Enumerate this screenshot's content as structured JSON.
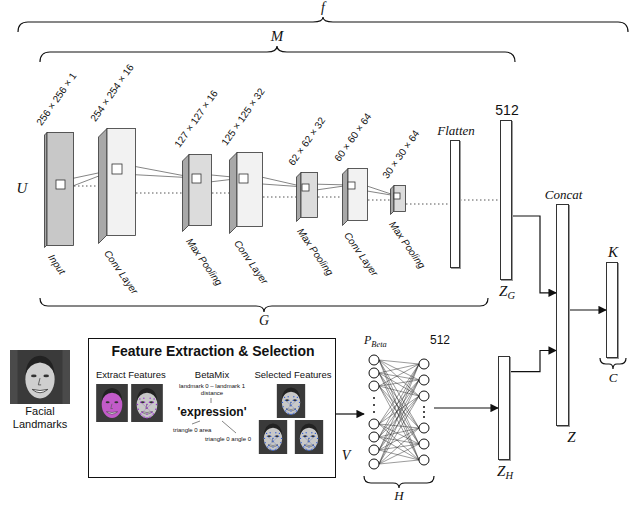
{
  "diagram": {
    "nodes": [
      {
        "text": [
          "256 × 256 × 1",
          "Input"
        ]
      },
      {
        "text": [
          "254 × 254 × 16",
          "Conv Layer"
        ]
      },
      {
        "text": [
          "127 × 127 × 16",
          "Max Pooling"
        ]
      },
      {
        "text": [
          "125 × 125 × 32",
          "Conv Layer"
        ]
      },
      {
        "text": [
          "62 × 62 × 32",
          "Max Pooling"
        ]
      },
      {
        "text": [
          "60 × 60 × 64",
          "Conv Layer"
        ]
      },
      {
        "text": [
          "30 × 30 × 64",
          "Max Pooling"
        ]
      },
      {
        "text": [
          "Flatten"
        ]
      },
      {
        "text": [
          "512",
          "ZG"
        ]
      },
      {
        "text": [
          "Concat",
          "Z"
        ]
      },
      {
        "text": [
          "K"
        ]
      },
      {
        "text": [
          "Facial Landmarks"
        ]
      },
      {
        "text": [
          "Feature Extraction & Selection"
        ]
      },
      {
        "text": [
          "Extract Features"
        ],
        "in": 12
      },
      {
        "text": [
          "BetaMix",
          "landmark 0 – landmark 1 distance",
          "'expression'",
          "triangle 0 area",
          "triangle 0 angle 0"
        ],
        "in": 12
      },
      {
        "text": [
          "Selected Features"
        ],
        "in": 12
      },
      {
        "text": [
          "PBeta",
          "512"
        ]
      },
      {
        "text": [
          "ZH"
        ]
      }
    ],
    "edges": [
      {
        "from": 0,
        "to": 1,
        "arrow": "none"
      },
      {
        "from": 1,
        "to": 2,
        "arrow": "none"
      },
      {
        "from": 2,
        "to": 3,
        "arrow": "none"
      },
      {
        "from": 3,
        "to": 4,
        "arrow": "none"
      },
      {
        "from": 4,
        "to": 5,
        "arrow": "none"
      },
      {
        "from": 5,
        "to": 6,
        "arrow": "none"
      },
      {
        "from": 6,
        "to": 7,
        "arrow": "none"
      },
      {
        "from": 7,
        "to": 8,
        "arrow": "none"
      },
      {
        "from": 8,
        "to": 9,
        "arrow": "to"
      },
      {
        "from": 17,
        "to": 9,
        "arrow": "to"
      },
      {
        "from": 9,
        "to": 10,
        "arrow": "to"
      },
      {
        "from": 12,
        "to": 16,
        "arrow": "to"
      },
      {
        "from": 16,
        "to": 17,
        "arrow": "to"
      }
    ],
    "labels": [
      "f",
      "M",
      "U",
      "G",
      "V",
      "H",
      "C"
    ]
  }
}
